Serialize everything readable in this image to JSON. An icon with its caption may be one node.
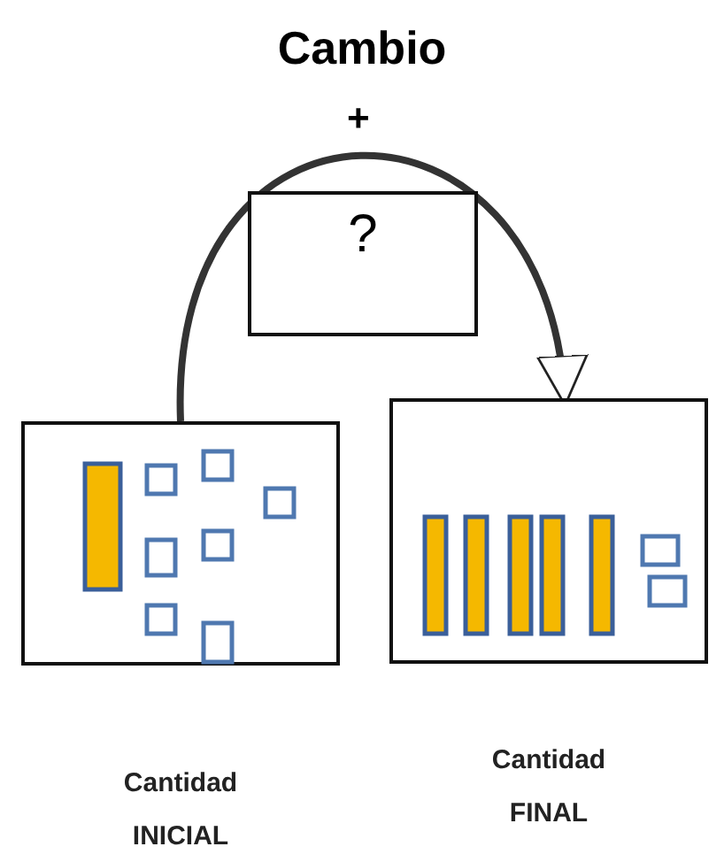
{
  "diagram": {
    "title": "Cambio",
    "nodes": [
      {
        "text": [
          "?"
        ]
      },
      {
        "text": [
          "Cantidad INICIAL"
        ]
      },
      {
        "text": [
          "Cantidad FINAL"
        ]
      }
    ],
    "edges": [
      {
        "from": 1,
        "to": 2,
        "arrow": "to"
      }
    ],
    "labels": [
      "+"
    ]
  }
}
